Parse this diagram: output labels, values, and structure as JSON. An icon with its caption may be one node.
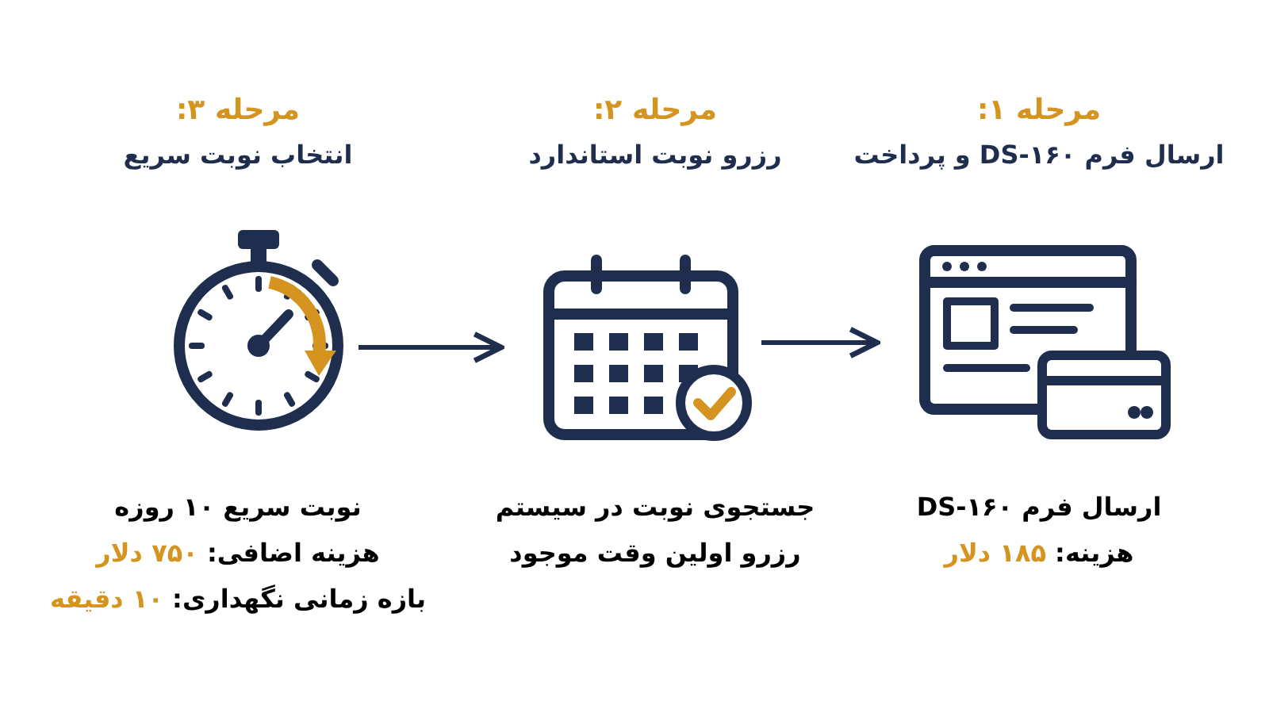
{
  "diagram": {
    "nodes": [
      {
        "text": [],
        "shape": "picture",
        "beside": [
          "مرحله ۱:",
          "ارسال فرم DS-۱۶۰ و پرداخت",
          "ارسال فرم DS-۱۶۰",
          "هزینه: **۱۸۵ دلار**"
        ]
      },
      {
        "text": [],
        "shape": "picture",
        "beside": [
          "مرحله ۲:",
          "رزرو نوبت استاندارد",
          "جستجوی نوبت در سیستم",
          "رزرو اولین وقت موجود"
        ]
      },
      {
        "text": [],
        "shape": "picture",
        "beside": [
          "مرحله ۳:",
          "انتخاب نوبت سریع",
          "نوبت سریع ۱۰ روزه",
          "هزینه اضافی: **۷۵۰ دلار**",
          "بازه زمانی نگهداری: **۱۰ دقیقه**"
        ]
      }
    ],
    "edges": [
      {
        "from": 2,
        "to": 1,
        "arrow": "to"
      },
      {
        "from": 1,
        "to": 0,
        "arrow": "to"
      }
    ]
  }
}
